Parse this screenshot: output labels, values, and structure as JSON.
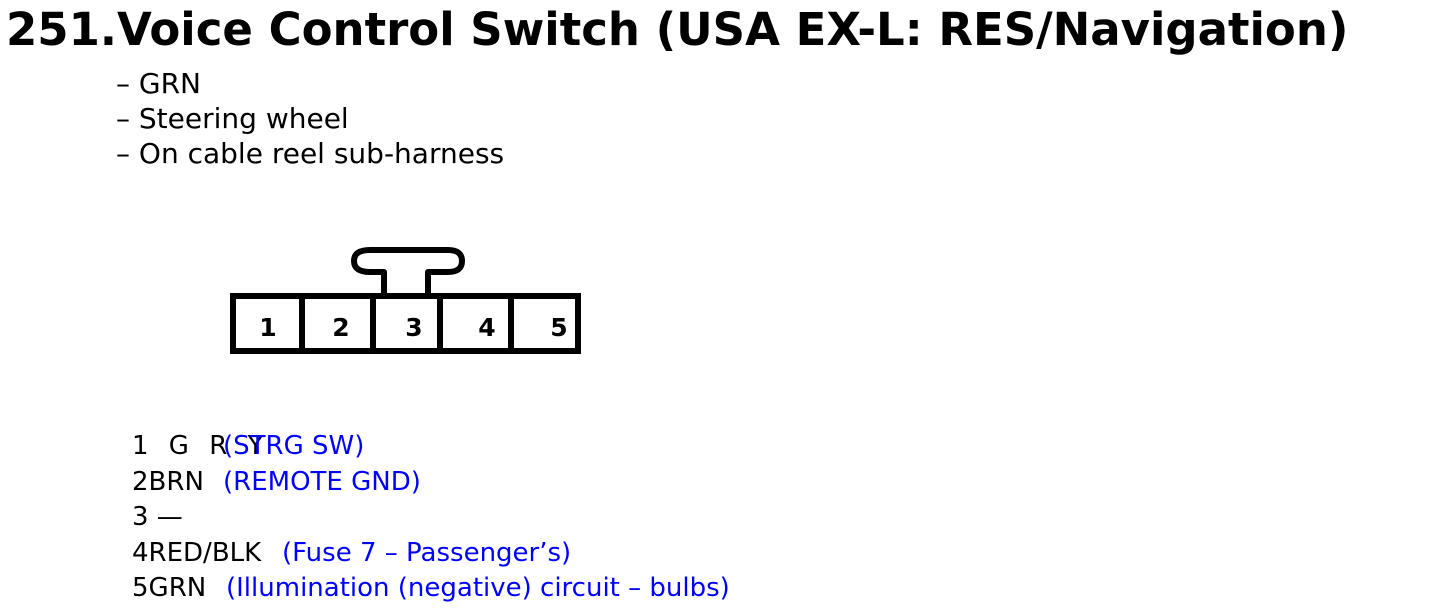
{
  "title": "251.Voice Control Switch (USA EX-L: RES/Navigation)",
  "details": [
    "– GRN",
    "– Steering wheel",
    "– On cable reel sub-harness"
  ],
  "connector": {
    "terminals": [
      "1",
      "2",
      "3",
      "4",
      "5"
    ]
  },
  "pins": [
    {
      "code": "1 G R Y",
      "description": "(STRG SW)"
    },
    {
      "code": "2BRN",
      "description": "(REMOTE GND)"
    },
    {
      "code": "3 —",
      "description": ""
    },
    {
      "code": "4RED/BLK",
      "description": "(Fuse 7 – Passenger’s)"
    },
    {
      "code": "5GRN",
      "description": "(Illumination (negative) circuit – bulbs)"
    }
  ],
  "colors": {
    "text": "#000000",
    "description": "#0000ff"
  }
}
